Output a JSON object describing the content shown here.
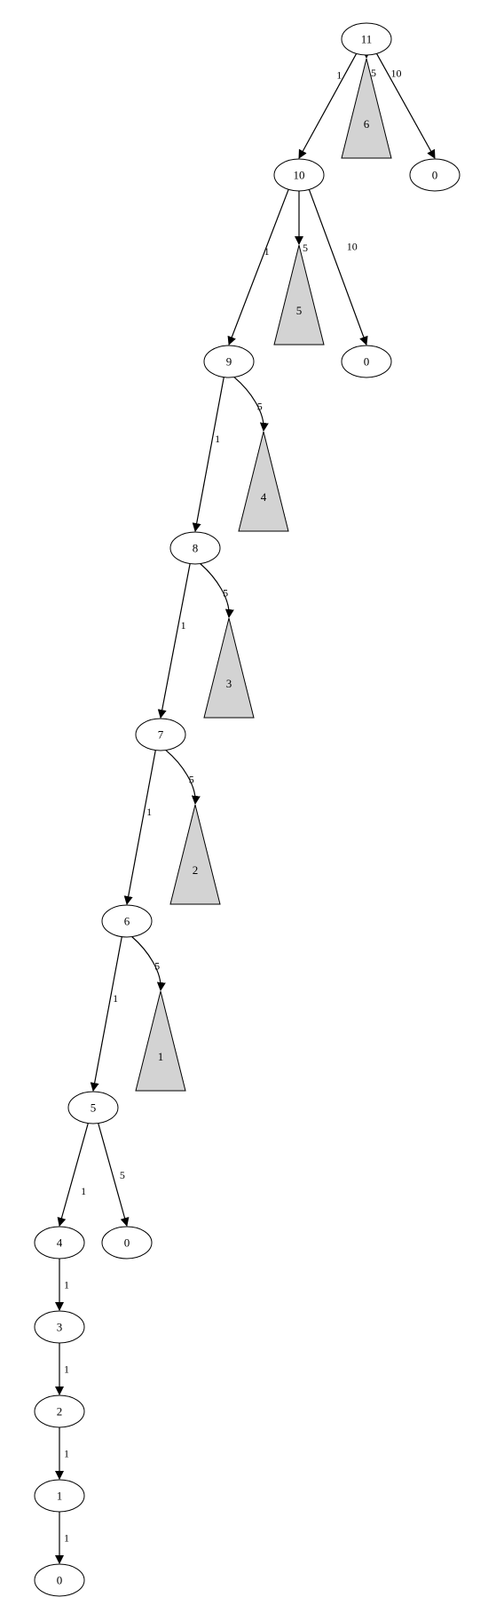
{
  "nodes": [
    {
      "id": "n11",
      "label": "11",
      "shape": "ellipse"
    },
    {
      "id": "n10",
      "label": "10",
      "shape": "ellipse"
    },
    {
      "id": "t6",
      "label": "6",
      "shape": "triangle"
    },
    {
      "id": "z11",
      "label": "0",
      "shape": "ellipse"
    },
    {
      "id": "n9",
      "label": "9",
      "shape": "ellipse"
    },
    {
      "id": "t5",
      "label": "5",
      "shape": "triangle"
    },
    {
      "id": "z10",
      "label": "0",
      "shape": "ellipse"
    },
    {
      "id": "n8",
      "label": "8",
      "shape": "ellipse"
    },
    {
      "id": "t4",
      "label": "4",
      "shape": "triangle"
    },
    {
      "id": "n7",
      "label": "7",
      "shape": "ellipse"
    },
    {
      "id": "t3",
      "label": "3",
      "shape": "triangle"
    },
    {
      "id": "n6",
      "label": "6",
      "shape": "ellipse"
    },
    {
      "id": "t2",
      "label": "2",
      "shape": "triangle"
    },
    {
      "id": "n5",
      "label": "5",
      "shape": "ellipse"
    },
    {
      "id": "t1",
      "label": "1",
      "shape": "triangle"
    },
    {
      "id": "n4",
      "label": "4",
      "shape": "ellipse"
    },
    {
      "id": "z5",
      "label": "0",
      "shape": "ellipse"
    },
    {
      "id": "n3",
      "label": "3",
      "shape": "ellipse"
    },
    {
      "id": "n2",
      "label": "2",
      "shape": "ellipse"
    },
    {
      "id": "n1",
      "label": "1",
      "shape": "ellipse"
    },
    {
      "id": "n0",
      "label": "0",
      "shape": "ellipse"
    }
  ],
  "edges": [
    {
      "from": "n11",
      "to": "n10",
      "label": "1"
    },
    {
      "from": "n11",
      "to": "t6",
      "label": "5"
    },
    {
      "from": "n11",
      "to": "z11",
      "label": "10"
    },
    {
      "from": "n10",
      "to": "n9",
      "label": "1"
    },
    {
      "from": "n10",
      "to": "t5",
      "label": "5"
    },
    {
      "from": "n10",
      "to": "z10",
      "label": "10"
    },
    {
      "from": "n9",
      "to": "n8",
      "label": "1"
    },
    {
      "from": "n9",
      "to": "t4",
      "label": "5"
    },
    {
      "from": "n8",
      "to": "n7",
      "label": "1"
    },
    {
      "from": "n8",
      "to": "t3",
      "label": "5"
    },
    {
      "from": "n7",
      "to": "n6",
      "label": "1"
    },
    {
      "from": "n7",
      "to": "t2",
      "label": "5"
    },
    {
      "from": "n6",
      "to": "n5",
      "label": "1"
    },
    {
      "from": "n6",
      "to": "t1",
      "label": "5"
    },
    {
      "from": "n5",
      "to": "n4",
      "label": "1"
    },
    {
      "from": "n5",
      "to": "z5",
      "label": "5"
    },
    {
      "from": "n4",
      "to": "n3",
      "label": "1"
    },
    {
      "from": "n3",
      "to": "n2",
      "label": "1"
    },
    {
      "from": "n2",
      "to": "n1",
      "label": "1"
    },
    {
      "from": "n1",
      "to": "n0",
      "label": "1"
    }
  ],
  "colors": {
    "stroke": "#000000",
    "triangle_fill": "#d3d3d3",
    "node_fill": "#ffffff"
  }
}
